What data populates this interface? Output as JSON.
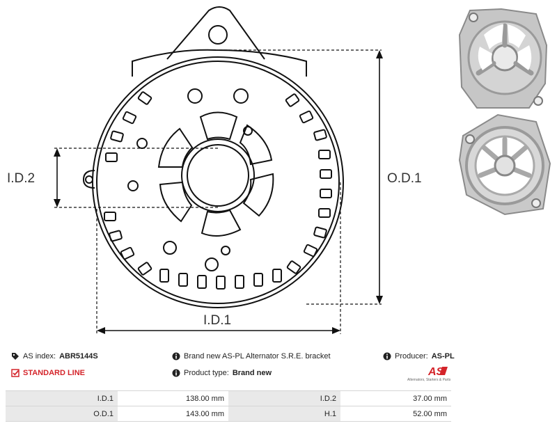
{
  "drawing": {
    "labels": {
      "od1": "O.D.1",
      "id1": "I.D.1",
      "id2": "I.D.2"
    }
  },
  "photos": [
    {
      "alt": "bracket-photo-front"
    },
    {
      "alt": "bracket-photo-back"
    }
  ],
  "info": {
    "as_index_label": "AS index:",
    "as_index_value": "ABR5144S",
    "standard_line": "STANDARD LINE",
    "description": "Brand new AS-PL Alternator S.R.E. bracket",
    "product_type_label": "Product type:",
    "product_type_value": "Brand new",
    "producer_label": "Producer:",
    "producer_value": "AS-PL",
    "logo_text": "AS",
    "logo_tagline": "Alternators, Starters & Parts",
    "accent_color": "#d4242a"
  },
  "specs": [
    {
      "k1": "I.D.1",
      "v1": "138.00 mm",
      "k2": "I.D.2",
      "v2": "37.00 mm"
    },
    {
      "k1": "O.D.1",
      "v1": "143.00 mm",
      "k2": "H.1",
      "v2": "52.00 mm"
    }
  ]
}
